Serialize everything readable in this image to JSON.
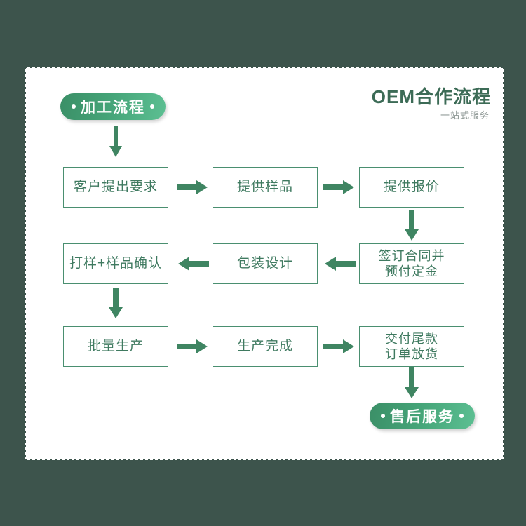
{
  "canvas": {
    "background_color": "#3d544c",
    "card_color": "#ffffff"
  },
  "header": {
    "title": "OEM合作流程",
    "subtitle": "一站式服务",
    "title_color": "#3c6b56",
    "subtitle_color": "#8d9794"
  },
  "theme": {
    "accent_green": "#3f8562",
    "box_border": "#4a8f70",
    "box_text": "#3f7a60",
    "pill_gradient_from": "#3b8f67",
    "pill_gradient_to": "#5cbf92"
  },
  "start_pill": {
    "label": "加工流程",
    "left_dot": "bullet-dot",
    "right_dot": "bullet-dot"
  },
  "end_pill": {
    "label": "售后服务",
    "left_dot": "bullet-dot",
    "right_dot": "bullet-dot"
  },
  "flow": {
    "rows": [
      {
        "direction": "left-to-right",
        "steps": [
          "客户提出要求",
          "提供样品",
          "提供报价"
        ]
      },
      {
        "direction": "right-to-left",
        "steps": [
          "打样+样品确认",
          "包装设计",
          "签订合同并\n预付定金"
        ]
      },
      {
        "direction": "left-to-right",
        "steps": [
          "批量生产",
          "生产完成",
          "交付尾款\n订单放货"
        ]
      }
    ],
    "steps_flat": {
      "s1": "客户提出要求",
      "s2": "提供样品",
      "s3": "提供报价",
      "s4_line1": "签订合同并",
      "s4_line2": "预付定金",
      "s5": "包装设计",
      "s6": "打样+样品确认",
      "s7": "批量生产",
      "s8": "生产完成",
      "s9_line1": "交付尾款",
      "s9_line2": "订单放货"
    }
  },
  "connectors": [
    {
      "name": "arrow-right-step1-step2",
      "icon": "arrow-right-icon"
    },
    {
      "name": "arrow-right-step2-step3",
      "icon": "arrow-right-icon"
    },
    {
      "name": "arrow-down-step3-step4",
      "icon": "arrow-down-icon"
    },
    {
      "name": "arrow-left-step4-step5",
      "icon": "arrow-left-icon"
    },
    {
      "name": "arrow-left-step5-step6",
      "icon": "arrow-left-icon"
    },
    {
      "name": "arrow-down-step6-step7",
      "icon": "arrow-down-icon"
    },
    {
      "name": "arrow-right-step7-step8",
      "icon": "arrow-right-icon"
    },
    {
      "name": "arrow-right-step8-step9",
      "icon": "arrow-right-icon"
    },
    {
      "name": "arrow-down-step9-end",
      "icon": "arrow-down-icon"
    },
    {
      "name": "arrow-down-start-step1",
      "icon": "arrow-down-icon"
    }
  ]
}
